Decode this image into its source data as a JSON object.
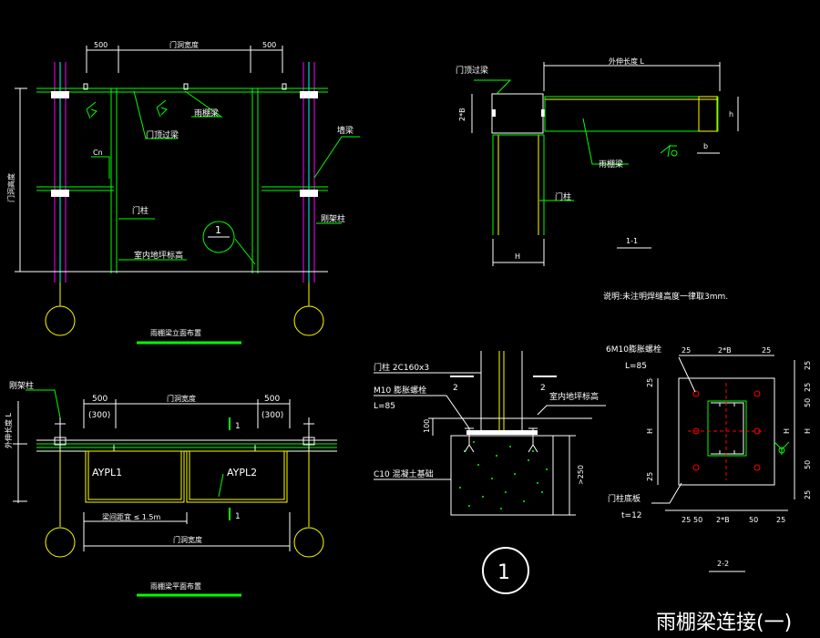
{
  "sheet_title": "雨棚梁连接(一)",
  "elevation": {
    "title": "雨棚梁立面布置",
    "dim_500_left": "500",
    "dim_door_width": "门洞宽度",
    "dim_500_right": "500",
    "dim_door_height": "门洞高度",
    "label_canopy_beam": "雨棚梁",
    "label_door_lintel": "门顶过梁",
    "label_wall_beam": "墙梁",
    "label_door_post": "门柱",
    "label_frame_column": "刚架柱",
    "label_floor_level": "室内地坪标高",
    "section_mark": "1",
    "tag_cn": "Cn"
  },
  "section11": {
    "title": "1-1",
    "label_lintel": "门顶过梁",
    "label_overhang": "外伸长度 L",
    "label_canopy_beam": "雨棚梁",
    "label_door_post": "门柱",
    "dim_2b": "2*B",
    "dim_h_small": "h",
    "dim_b": "b",
    "dim_H": "H"
  },
  "note": "说明:未注明焊缝高度一律取3mm.",
  "plan": {
    "title": "雨棚梁平面布置",
    "label_frame_column": "刚架柱",
    "label_overhang_len": "外伸长度 L",
    "dim_500_left": "500",
    "dim_300_left": "(300)",
    "dim_door_width": "门洞宽度",
    "dim_500_right": "500",
    "dim_300_right": "(300)",
    "beam_aypl1": "AYPL1",
    "beam_aypl2": "AYPL2",
    "spacing": "梁间距宜 ≤ 1.5m",
    "dim_door_width_bottom": "门洞宽度",
    "sec_mark_top": "1",
    "sec_mark_bottom": "1"
  },
  "foundation": {
    "label_post": "门柱 2C160x3",
    "label_bolt": "M10 膨胀螺栓",
    "label_L": "L=85",
    "label_floor": "室内地坪标高",
    "label_concrete": "C10 混凝土基础",
    "dim_100": "100",
    "dim_250": ">250",
    "sec_mark_left": "2",
    "sec_mark_right": "2",
    "detail_number": "1"
  },
  "section22": {
    "title": "2-2",
    "label_bolts": "6M10膨胀螺栓",
    "label_L": "L=85",
    "label_plate": "门柱底板",
    "label_t": "t=12",
    "top_dims": [
      "25",
      "2*B",
      "25"
    ],
    "bottom_dims": [
      "25",
      "50",
      "2*B",
      "50",
      "25"
    ],
    "right_dims": [
      "25",
      "25",
      "50",
      "H",
      "50",
      "25"
    ],
    "left_dims": [
      "25",
      "H",
      "25"
    ],
    "right_H": "H"
  }
}
